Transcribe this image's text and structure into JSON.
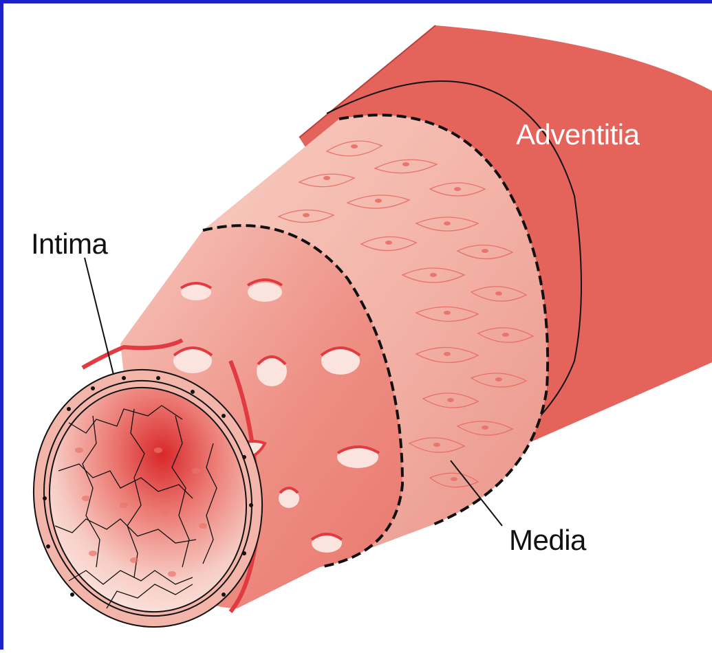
{
  "labels": {
    "adventitia": "Adventitia",
    "intima": "Intima",
    "media": "Media"
  },
  "colors": {
    "frame_border": "#1d21c9",
    "adventitia": "#e4635b",
    "media": "#f2b2a7",
    "intima_outer": "#f09a8f",
    "elastic_lamina": "#e13a40",
    "lumen_dark": "#d9312f",
    "lumen_light": "#fbe1db",
    "outline": "#111111",
    "label_text_light": "#ffffff",
    "label_text_dark": "#111111"
  }
}
